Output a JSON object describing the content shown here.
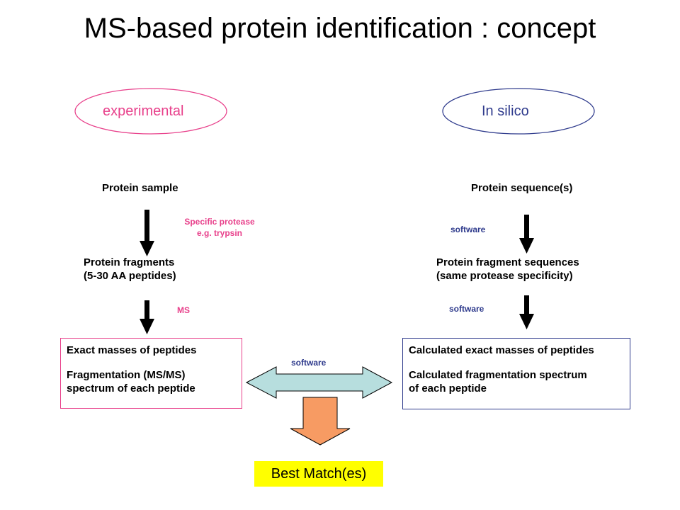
{
  "title": "MS-based protein identification : concept",
  "colors": {
    "experimental": "#e8408b",
    "in_silico": "#2e3a8c",
    "double_arrow_fill": "#b7dede",
    "down_arrow_fill": "#f79b63",
    "best_match_bg": "#ffff00"
  },
  "experimental": {
    "label": "experimental",
    "sample": "Protein sample",
    "protease_line1": "Specific protease",
    "protease_line2": "e.g. trypsin",
    "fragments_line1": "Protein fragments",
    "fragments_line2": "(5-30 AA peptides)",
    "ms_label": "MS",
    "box_line1": "Exact masses of peptides",
    "box_line2": "Fragmentation (MS/MS)",
    "box_line3": "spectrum  of each peptide"
  },
  "in_silico": {
    "label": "In silico",
    "sequence": "Protein sequence(s)",
    "software_1": "software",
    "fragments_line1": "Protein fragment sequences",
    "fragments_line2": "(same protease specificity)",
    "software_2": "software",
    "box_line1": "Calculated exact masses of peptides",
    "box_line2": "Calculated fragmentation spectrum",
    "box_line3": "of each peptide"
  },
  "compare": {
    "software_label": "software"
  },
  "result": {
    "label": "Best Match(es)"
  }
}
